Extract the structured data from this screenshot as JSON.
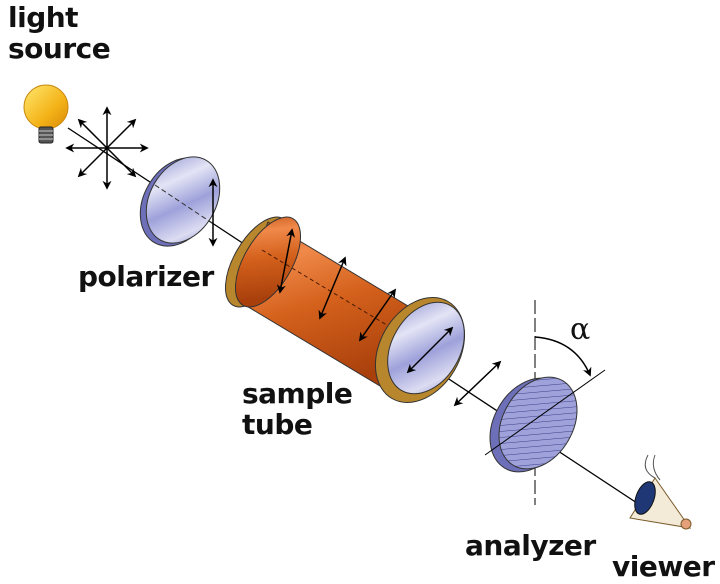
{
  "title": "Polarimeter diagram",
  "labels": {
    "light_source_line1": "light",
    "light_source_line2": "source",
    "polarizer": "polarizer",
    "sample_line1": "sample",
    "sample_line2": "tube",
    "analyzer": "analyzer",
    "viewer": "viewer",
    "angle": "α"
  },
  "colors": {
    "bulb": "#f2b316",
    "lens": "#a9acdf",
    "tube": "#d9631a",
    "tube_rim": "#b8862c",
    "eye_iris": "#1f3775"
  }
}
